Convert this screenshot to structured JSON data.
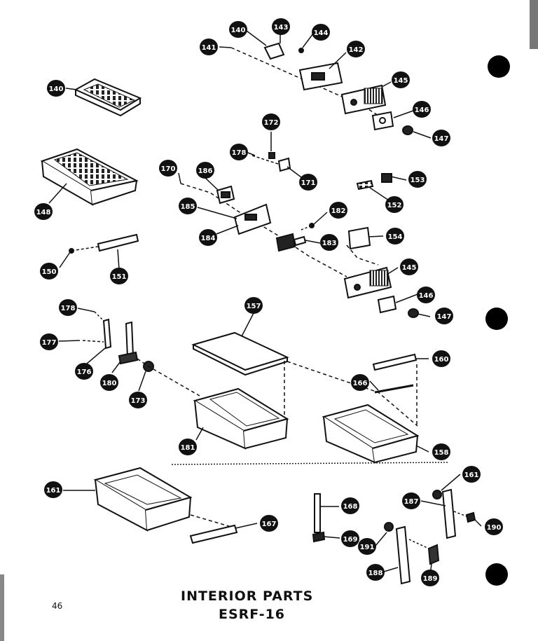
{
  "page": {
    "title_line1": "INTERIOR PARTS",
    "title_line2": "ESRF-16",
    "page_number": "46"
  },
  "parts": {
    "p140a": "140",
    "p143": "143",
    "p144": "144",
    "p141": "141",
    "p142": "142",
    "p145a": "145",
    "p146a": "146",
    "p147a": "147",
    "p140b": "140",
    "p172": "172",
    "p178a": "178",
    "p171": "171",
    "p148": "148",
    "p170": "170",
    "p186": "186",
    "p185": "185",
    "p153": "153",
    "p152": "152",
    "p182": "182",
    "p184": "184",
    "p183": "183",
    "p154": "154",
    "p150": "150",
    "p151": "151",
    "p145b": "145",
    "p146b": "146",
    "p147b": "147",
    "p178b": "178",
    "p157": "157",
    "p177": "177",
    "p176": "176",
    "p180": "180",
    "p173": "173",
    "p181": "181",
    "p160": "160",
    "p166": "166",
    "p158": "158",
    "p161a": "161",
    "p161b": "161",
    "p187": "187",
    "p190": "190",
    "p168": "168",
    "p169": "169",
    "p191": "191",
    "p167": "167",
    "p188": "188",
    "p189": "189"
  },
  "colors": {
    "ink": "#111111",
    "paper": "#ffffff"
  }
}
